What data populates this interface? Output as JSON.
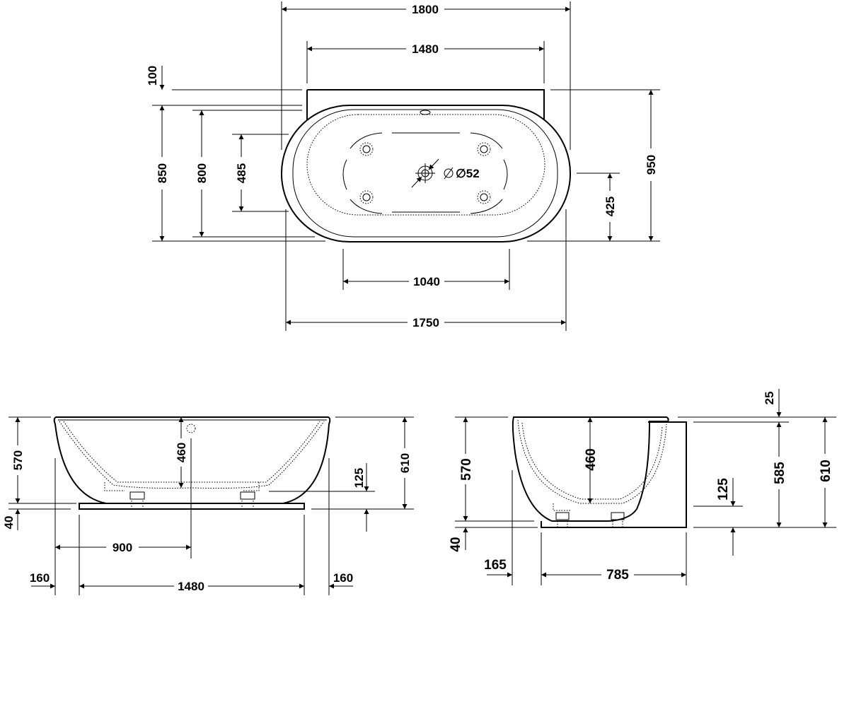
{
  "top_view": {
    "width_overall": "1800",
    "width_panel": "1480",
    "panel_height": "100",
    "depth_850": "850",
    "depth_800": "800",
    "depth_485": "485",
    "drain_diameter": "∅52",
    "offset_425": "425",
    "depth_950": "950",
    "width_1040": "1040",
    "length_1750": "1750"
  },
  "front_view": {
    "height_570": "570",
    "depth_460": "460",
    "height_125": "125",
    "height_610": "610",
    "base_40": "40",
    "half_900": "900",
    "edge_left_160": "160",
    "base_1480": "1480",
    "edge_right_160": "160"
  },
  "side_view": {
    "rim_25": "25",
    "height_570": "570",
    "depth_460": "460",
    "height_125": "125",
    "height_585": "585",
    "height_610": "610",
    "base_40": "40",
    "offset_165": "165",
    "base_785": "785"
  }
}
